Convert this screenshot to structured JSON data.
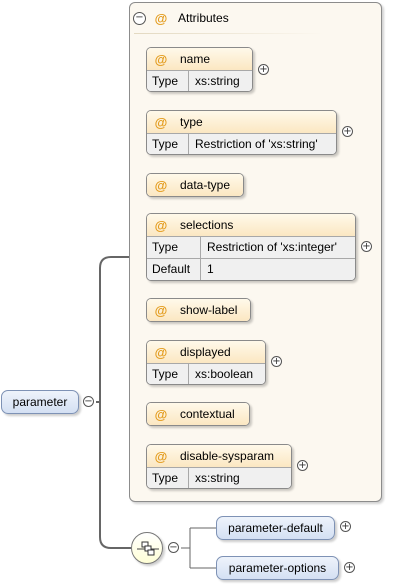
{
  "root": {
    "name": "parameter",
    "toggle": "−"
  },
  "attributes": {
    "label": "Attributes",
    "toggle": "−",
    "symbol": "@",
    "items": [
      {
        "name": "name",
        "props": [
          {
            "key": "Type",
            "value": "xs:string"
          }
        ],
        "toggle": "+"
      },
      {
        "name": "type",
        "props": [
          {
            "key": "Type",
            "value": "Restriction of 'xs:string'"
          }
        ],
        "toggle": "+"
      },
      {
        "name": "data-type",
        "props": []
      },
      {
        "name": "selections",
        "props": [
          {
            "key": "Type",
            "value": "Restriction of 'xs:integer'"
          },
          {
            "key": "Default",
            "value": "1"
          }
        ],
        "toggle": "+"
      },
      {
        "name": "show-label",
        "props": []
      },
      {
        "name": "displayed",
        "props": [
          {
            "key": "Type",
            "value": "xs:boolean"
          }
        ],
        "toggle": "+"
      },
      {
        "name": "contextual",
        "props": []
      },
      {
        "name": "disable-sysparam",
        "props": [
          {
            "key": "Type",
            "value": "xs:string"
          }
        ],
        "toggle": "+"
      }
    ]
  },
  "sequence": {
    "icon": "sequence-compositor-icon",
    "toggle": "−",
    "children": [
      {
        "name": "parameter-default",
        "toggle": "+"
      },
      {
        "name": "parameter-options",
        "toggle": "+"
      }
    ]
  },
  "colors": {
    "attribute_fill": "#fbe7c2",
    "element_fill": "#d4e0f3",
    "panel_fill": "#fcf8f0",
    "at_symbol": "#e39b1c"
  }
}
